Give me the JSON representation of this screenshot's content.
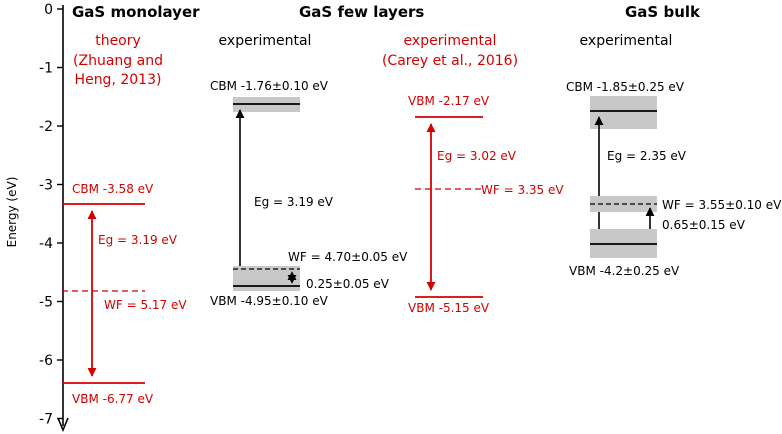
{
  "colors": {
    "black": "#000000",
    "red": "#d40000",
    "band": "#c8c8c8"
  },
  "axis": {
    "label": "Energy (eV)",
    "ticks": [
      "0",
      "-1",
      "-2",
      "-3",
      "-4",
      "-5",
      "-6",
      "-7"
    ]
  },
  "columns": [
    {
      "heading": "GaS monolayer",
      "sublabel_lines": [
        "theory",
        "(Zhuang and",
        "Heng, 2013)"
      ],
      "color": "red",
      "cbm": {
        "value": -3.58,
        "label": "CBM -3.58 eV"
      },
      "vbm": {
        "value": -6.77,
        "label": "VBM -6.77 eV"
      },
      "wf": {
        "value": -5.17,
        "label": "WF = 5.17 eV"
      },
      "eg": {
        "label": "Eg =  3.19 eV"
      }
    },
    {
      "heading": "GaS few layers",
      "sublabel_lines": [
        "experimental"
      ],
      "color": "black",
      "cbm": {
        "value": -1.76,
        "label": "CBM -1.76±0.10 eV"
      },
      "vbm": {
        "value": -4.95,
        "label": "VBM -4.95±0.10 eV"
      },
      "wf": {
        "value": -4.7,
        "label": "WF = 4.70±0.05 eV"
      },
      "eg": {
        "label": "Eg =  3.19 eV"
      },
      "offset": {
        "label": "0.25±0.05 eV"
      }
    },
    {
      "heading": "",
      "sublabel_lines": [
        "experimental",
        "(Carey et al., 2016)"
      ],
      "color": "red",
      "cbm": {
        "value": -2.17,
        "label": "VBM -2.17 eV"
      },
      "vbm": {
        "value": -5.15,
        "label": "VBM -5.15 eV"
      },
      "wf": {
        "value": -3.35,
        "label": "WF = 3.35 eV"
      },
      "eg": {
        "label": "Eg =  3.02 eV"
      }
    },
    {
      "heading": "GaS bulk",
      "sublabel_lines": [
        "experimental"
      ],
      "color": "black",
      "cbm": {
        "value": -1.85,
        "label": "CBM -1.85±0.25 eV"
      },
      "vbm": {
        "value": -4.2,
        "label": "VBM -4.2±0.25 eV"
      },
      "wf": {
        "value": -3.55,
        "label": "WF = 3.55±0.10 eV"
      },
      "eg": {
        "label": "Eg =  2.35 eV"
      },
      "offset": {
        "label": "0.65±0.15 eV"
      }
    }
  ]
}
